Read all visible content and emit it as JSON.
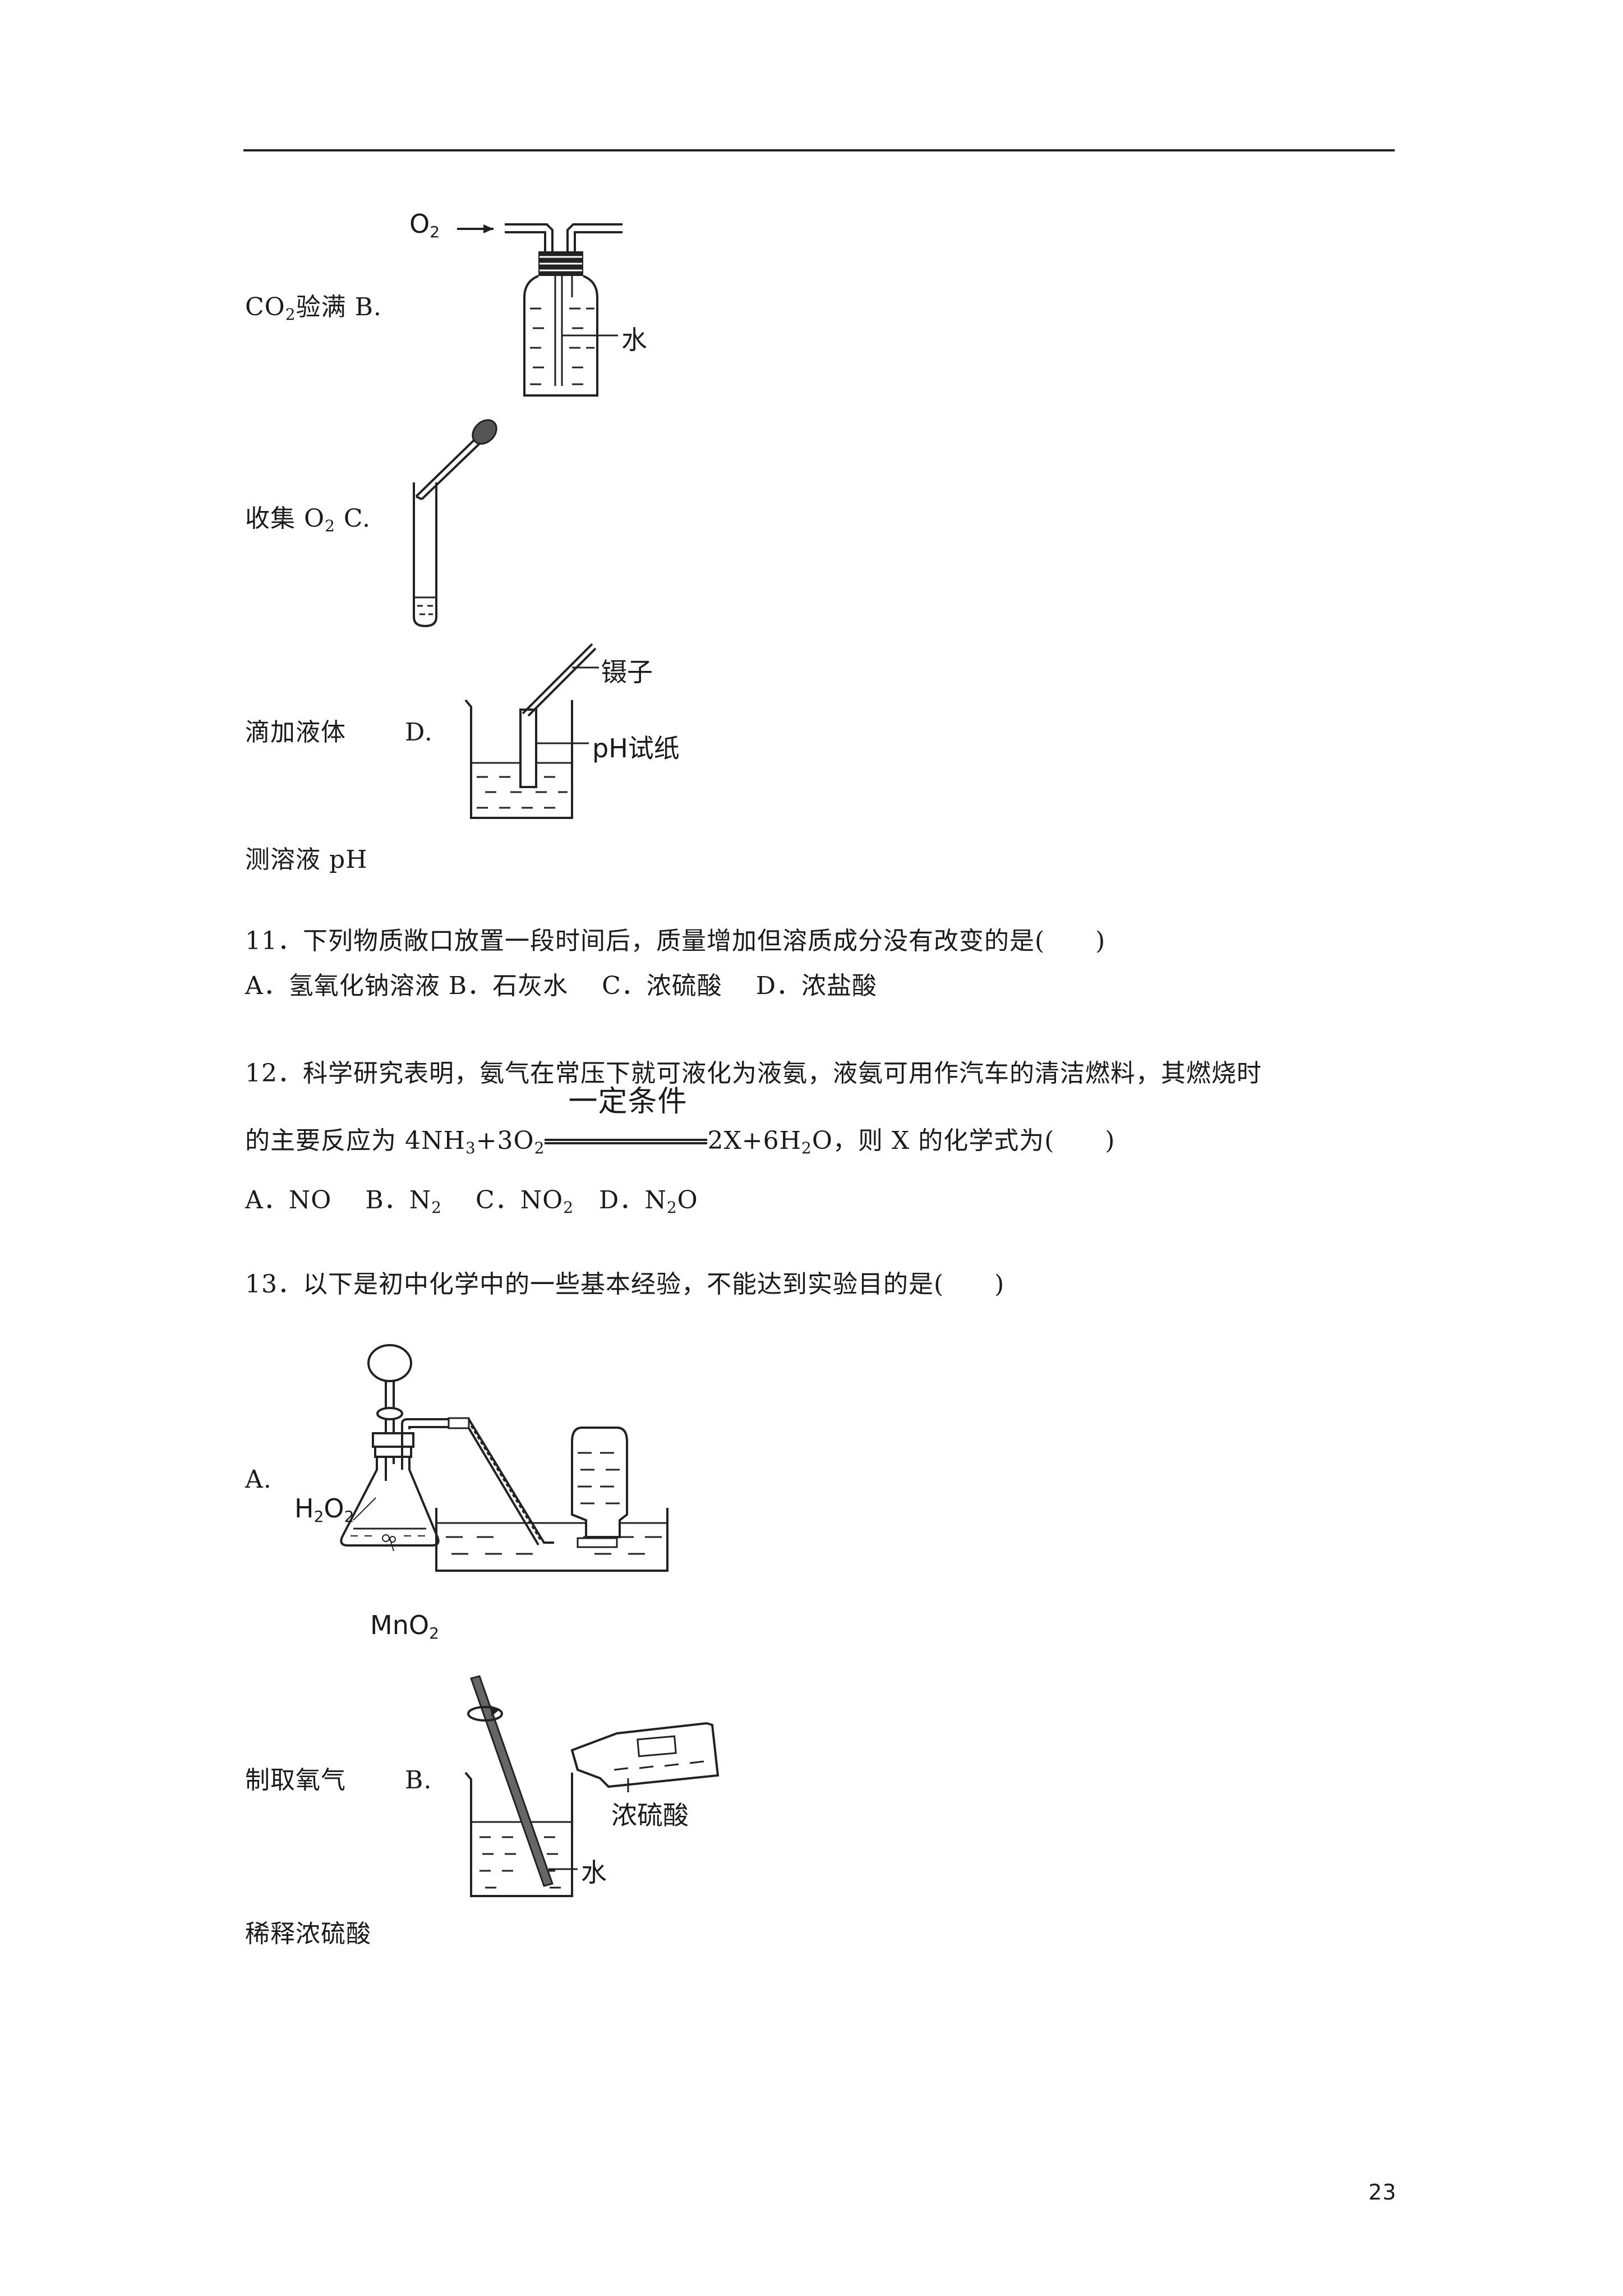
{
  "fig_labels": {
    "o2": "O",
    "o2_sub": "2",
    "water1": "水",
    "tweezers": "镊子",
    "ph_paper": "pH试纸",
    "h2o2_h": "H",
    "h2o2_2a": "2",
    "h2o2_o": "O",
    "h2o2_2b": "2",
    "mno2": "MnO",
    "mno2_sub": "2",
    "conc_acid": "浓硫酸",
    "water2": "水"
  },
  "lines": {
    "l1_pre": "CO",
    "l1_sub": "2",
    "l1_post": "验满 B.",
    "l2_pre": "收集 O",
    "l2_sub": "2",
    "l2_post": " C.",
    "l3": "滴加液体　　 D.",
    "l4": "测溶液 pH",
    "q11": "11．下列物质敞口放置一段时间后，质量增加但溶质成分没有改变的是(　　)",
    "q11_opts": "A．氢氧化钠溶液 B．石灰水　 C．浓硫酸　 D．浓盐酸",
    "q12_l1": "12．科学研究表明，氨气在常压下就可液化为液氨，液氨可用作汽车的清洁燃料，其燃烧时",
    "q12_l2_a": "的主要反应为 4NH",
    "q12_l2_s1": "3",
    "q12_l2_b": "+3O",
    "q12_l2_s2": "2",
    "q12_cond": "一定条件",
    "q12_l2_c": "2X+6H",
    "q12_l2_s3": "2",
    "q12_l2_d": "O，则 X 的化学式为(　　)",
    "q12_opt_a": "A．NO　 B．N",
    "q12_opt_s1": "2",
    "q12_opt_b": "　 C．NO",
    "q12_opt_s2": "2",
    "q12_opt_c": "　D．N",
    "q12_opt_s3": "2",
    "q12_opt_d": "O",
    "q13": "13．以下是初中化学中的一些基本经验，不能达到实验目的是(　　)",
    "q13_a": "A.",
    "q13_a_caption": "制取氧气　　 B.",
    "q13_b_caption": "稀释浓硫酸"
  },
  "page_number": "23"
}
